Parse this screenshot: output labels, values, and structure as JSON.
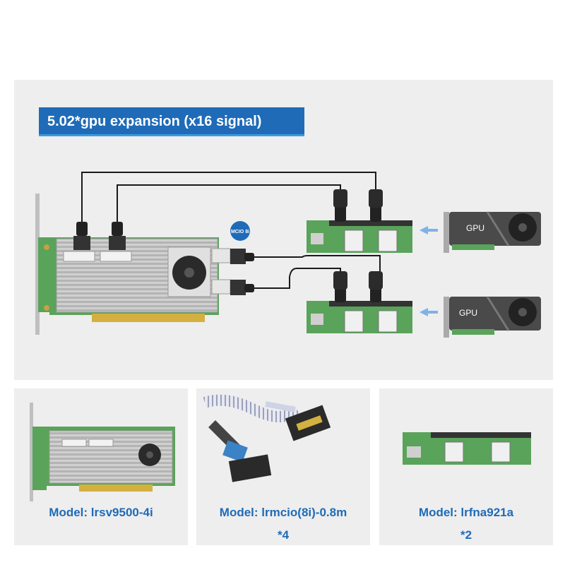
{
  "banner": {
    "title": "5.02*gpu expansion (x16 signal)"
  },
  "diagram": {
    "port_badge": "MCIO 8i",
    "gpu_label": "GPU"
  },
  "products": [
    {
      "model": "Model: lrsv9500-4i",
      "qty": ""
    },
    {
      "model": "Model: lrmcio(8i)-0.8m",
      "qty": "*4"
    },
    {
      "model": "Model: lrfna921a",
      "qty": "*2"
    }
  ],
  "colors": {
    "brand_blue": "#1f6bb8",
    "pcb_green": "#5aa35a",
    "cable_black": "#1a1a1a",
    "heatsink_silver": "#c8c8c8"
  }
}
